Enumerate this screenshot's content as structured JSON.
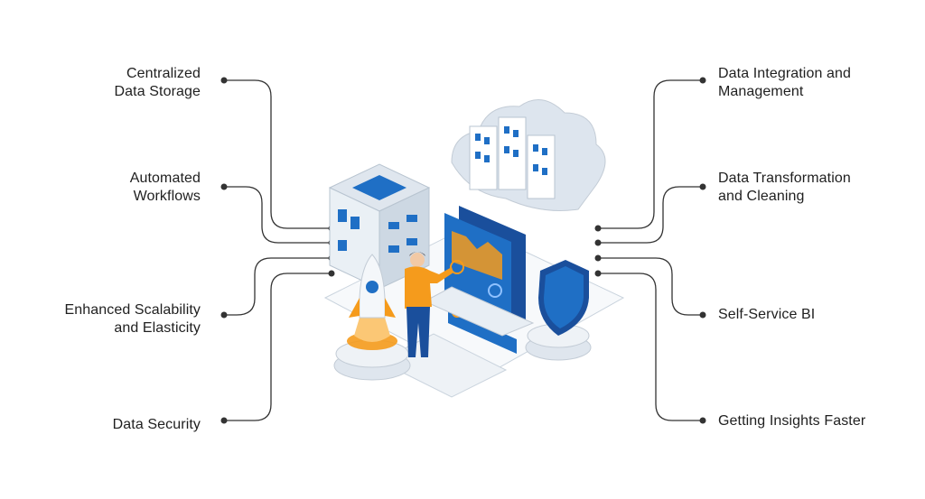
{
  "left_labels": [
    {
      "lines": [
        "Centralized",
        "Data Storage"
      ]
    },
    {
      "lines": [
        "Automated",
        "Workflows"
      ]
    },
    {
      "lines": [
        "Enhanced Scalability",
        "and Elasticity"
      ]
    },
    {
      "lines": [
        "Data Security"
      ]
    }
  ],
  "right_labels": [
    {
      "lines": [
        "Data Integration and",
        "Management"
      ]
    },
    {
      "lines": [
        "Data Transformation",
        "and Cleaning"
      ]
    },
    {
      "lines": [
        "Self-Service BI"
      ]
    },
    {
      "lines": [
        "Getting Insights Faster"
      ]
    }
  ],
  "colors": {
    "primary_blue": "#1f6fc5",
    "dark_blue": "#1a4f9c",
    "light_gray": "#e8eef4",
    "orange": "#f59b1c",
    "line": "#333333"
  },
  "icons": [
    "server-icon",
    "cloud-database-icon",
    "dashboard-screen-icon",
    "shield-icon",
    "rocket-icon",
    "person-icon"
  ]
}
